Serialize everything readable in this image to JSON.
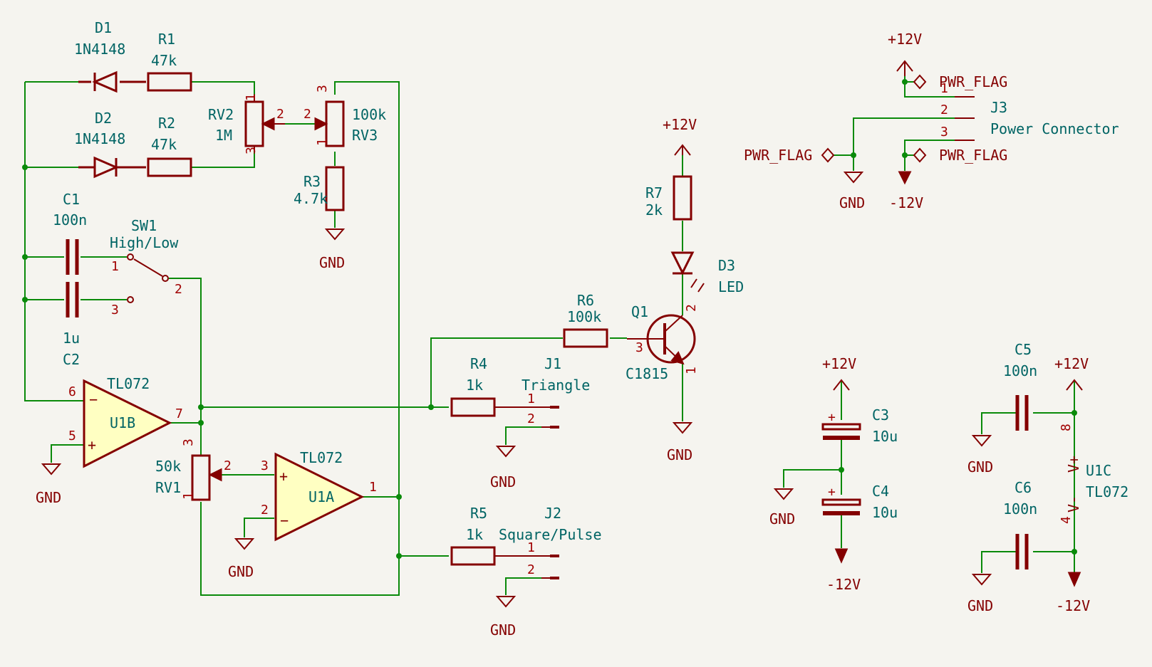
{
  "labels": {
    "D1_ref": "D1",
    "D1_val": "1N4148",
    "D2_ref": "D2",
    "D2_val": "1N4148",
    "R1_ref": "R1",
    "R1_val": "47k",
    "R2_ref": "R2",
    "R2_val": "47k",
    "RV2_ref": "RV2",
    "RV2_val": "1M",
    "RV3_ref": "RV3",
    "RV3_val": "100k",
    "R3_ref": "R3",
    "R3_val": "4.7k",
    "C1_ref": "C1",
    "C1_val": "100n",
    "C2_ref": "C2",
    "C2_val": "1u",
    "SW1_ref": "SW1",
    "SW1_val": "High/Low",
    "U1B_ref": "U1B",
    "U1B_val": "TL072",
    "U1A_ref": "U1A",
    "U1A_val": "TL072",
    "RV1_ref": "RV1",
    "RV1_val": "50k",
    "R4_ref": "R4",
    "R4_val": "1k",
    "R5_ref": "R5",
    "R5_val": "1k",
    "R6_ref": "R6",
    "R6_val": "100k",
    "R7_ref": "R7",
    "R7_val": "2k",
    "J1_ref": "J1",
    "J1_val": "Triangle",
    "J2_ref": "J2",
    "J2_val": "Square/Pulse",
    "J3_ref": "J3",
    "J3_val": "Power Connector",
    "Q1_ref": "Q1",
    "Q1_val": "C1815",
    "D3_ref": "D3",
    "D3_val": "LED",
    "C3_ref": "C3",
    "C3_val": "10u",
    "C4_ref": "C4",
    "C4_val": "10u",
    "C5_ref": "C5",
    "C5_val": "100n",
    "C6_ref": "C6",
    "C6_val": "100n",
    "U1C_ref": "U1C",
    "U1C_val": "TL072",
    "U1C_vplus": "V+",
    "U1C_vminus": "V-"
  },
  "power": {
    "gnd": "GND",
    "pos12": "+12V",
    "neg12": "-12V",
    "pwr_flag": "PWR_FLAG"
  },
  "pins": {
    "p1": "1",
    "p2": "2",
    "p3": "3",
    "p4": "4",
    "p5": "5",
    "p6": "6",
    "p7": "7",
    "p8": "8",
    "minus": "−",
    "plus": "+"
  },
  "colors": {
    "wire": "#0a8a0a",
    "symbol": "#840000",
    "opamp_fill": "#ffffc2",
    "background": "#f5f4ef",
    "reference_text": "#006464"
  }
}
